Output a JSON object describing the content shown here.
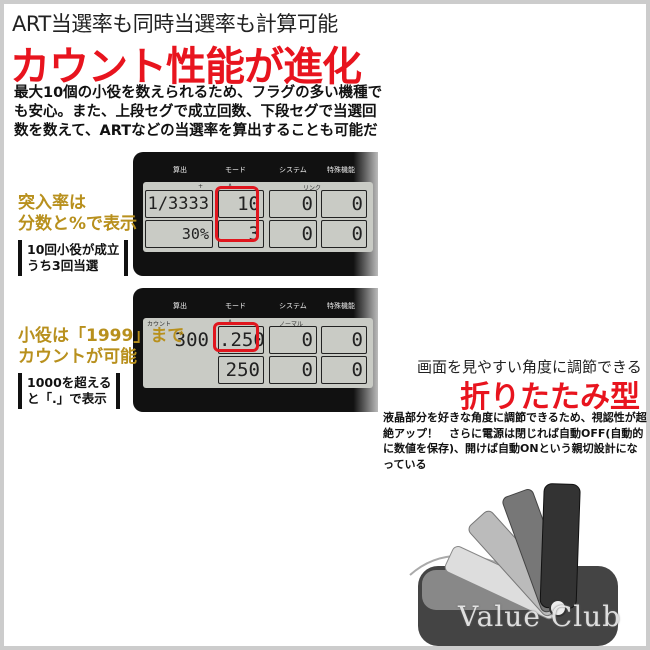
{
  "header": {
    "subtitle": "ART当選率も同時当選率も計算可能",
    "title": "カウント性能が進化",
    "description": "最大10個の小役を数えられるため、フラグの多い機種でも安心。また、上段セグで成立回数、下段セグで当選回数を数えて、ARTなどの当選率を算出することも可能だ"
  },
  "display1": {
    "caption": "突入率は\n分数と%で表示",
    "note": "10回小役が成立\nうち3回当選",
    "labels": [
      "算出",
      "モード",
      "システム",
      "特殊機能"
    ],
    "sublabels": [
      "+",
      "A",
      "リンク"
    ],
    "top": [
      "1/3333",
      "10",
      "0",
      "0"
    ],
    "bottom": [
      "30%",
      "3",
      "0",
      "0"
    ]
  },
  "display2": {
    "caption": "小役は「1999」まで\nカウントが可能",
    "note": "1000を超える\nと「.」で表示",
    "labels": [
      "算出",
      "モード",
      "システム",
      "特殊機能"
    ],
    "sublabels": [
      "カウント",
      "A",
      "ノーマル"
    ],
    "top": [
      "300",
      ".250",
      "0",
      "0"
    ],
    "bottom": [
      "",
      "250",
      "0",
      "0"
    ]
  },
  "fold": {
    "subtitle": "画面を見やすい角度に調節できる",
    "title": "折りたたみ型",
    "description": "液晶部分を好きな角度に調節できるため、視認性が超絶アップ！　さらに電源は閉じれば自動OFF(自動的に数値を保存)、開けば自動ONという親切設計になっている"
  },
  "watermark": "Value Club",
  "colors": {
    "accent": "#e8141e",
    "gold": "#b8901d",
    "highlight": "#e0161e"
  }
}
